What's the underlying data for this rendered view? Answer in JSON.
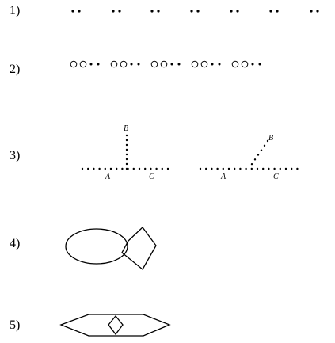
{
  "items": [
    {
      "label": "1)"
    },
    {
      "label": "2)"
    },
    {
      "label": "3)"
    },
    {
      "label": "4)"
    },
    {
      "label": "5)"
    }
  ],
  "figure3": {
    "left": {
      "point_a": "A",
      "point_b": "B",
      "point_c": "C"
    },
    "right": {
      "point_a": "A",
      "point_b": "B",
      "point_c": "C"
    }
  },
  "colors": {
    "ink": "#000000",
    "background": "#ffffff"
  }
}
